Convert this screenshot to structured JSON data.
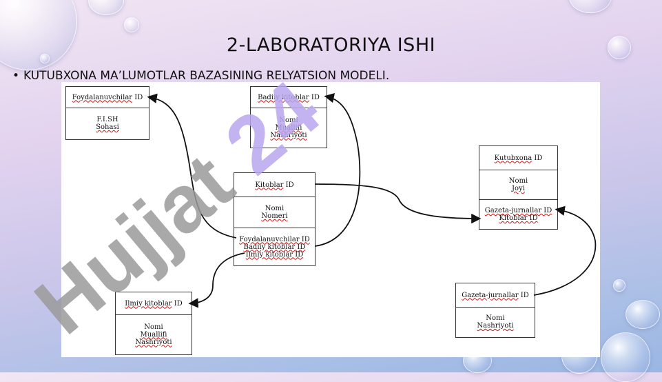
{
  "slide": {
    "title": "2-LABORATORIYA ISHI",
    "bullet": "KUTUBXONA MA’LUMOTLAR BAZASINING RELYATSION MODELI.",
    "watermark": "Hujjat 24"
  },
  "entities": {
    "foydalanuvchilar": {
      "header_name": "Foydalanuvchilar",
      "header_suffix": " ID",
      "fields": [
        "F.I.SH",
        "Sohasi"
      ]
    },
    "badiiy": {
      "header_name": "Badiiy kitoblar",
      "header_suffix": " ID",
      "fields": [
        "Nomi",
        "Muallifi",
        "Nashriyoti"
      ]
    },
    "kitoblar": {
      "header_name": "Kitoblar",
      "header_suffix": " ID",
      "fields": [
        "Nomi",
        "Nomeri"
      ],
      "fk": [
        "Foydalanuvchilar ID",
        "Badiiy kitoblar ID",
        "Ilmiy kitoblar ID"
      ]
    },
    "kutubxona": {
      "header_name": "Kutubxona",
      "header_suffix": " ID",
      "fields": [
        "Nomi",
        "Joyi"
      ],
      "fk": [
        "Gazeta-jurnallar ID",
        "Kitoblar ID"
      ]
    },
    "ilmiy": {
      "header_name": "Ilmiy kitoblar",
      "header_suffix": " ID",
      "fields": [
        "Nomi",
        "Muallifi",
        "Nashriyoti"
      ]
    },
    "gazeta": {
      "header_name": "Gazeta-jurnallar",
      "header_suffix": " ID",
      "fields": [
        "Nomi",
        "Nashriyoti"
      ]
    }
  },
  "colors": {
    "watermark_gray": "#9a9a9a",
    "watermark_purple": "#b8a6ee",
    "spell_underline": "#d01010"
  }
}
